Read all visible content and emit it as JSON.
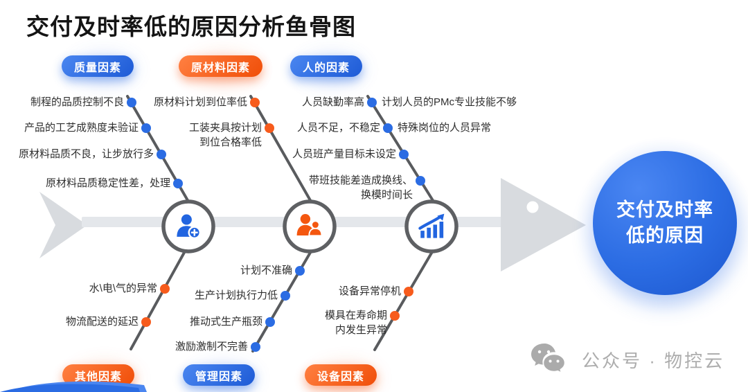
{
  "title": "交付及时率低的原因分析鱼骨图",
  "effect": {
    "line1": "交付及时率",
    "line2": "低的原因"
  },
  "watermark": {
    "label": "公众号 · 物控云",
    "icon": "wechat-icon"
  },
  "colors": {
    "blue": "#2B6CE3",
    "orange": "#F75B1C",
    "spine_gray": "#E4E7EB",
    "tail_gray": "#D8DBDF",
    "bone_gray": "#595B5E",
    "text_dark": "#2E2E2E",
    "watermark_gray": "#ADADAD"
  },
  "spine_nodes": [
    {
      "icon": "add-user-icon",
      "color": "#2B6CE3"
    },
    {
      "icon": "team-icon",
      "color": "#F75B1C"
    },
    {
      "icon": "trend-up-chart-icon",
      "color": "#2B6CE3"
    }
  ],
  "branches": [
    {
      "label": "质量因素",
      "color": "#2B6CE3",
      "position": "top-left",
      "causes": [
        {
          "label": "制程的品质控制不良"
        },
        {
          "label": "产品的工艺成熟度未验证"
        },
        {
          "label": "原材料品质不良，让步放行多"
        },
        {
          "label": "原材料品质稳定性差，处理"
        }
      ]
    },
    {
      "label": "原材料因素",
      "color": "#F75B1C",
      "position": "top-middle",
      "causes": [
        {
          "label": "原材料计划到位率低"
        },
        {
          "label": "工装夹具按计划\n到位合格率低"
        }
      ]
    },
    {
      "label": "人的因素",
      "color": "#2B6CE3",
      "position": "top-right",
      "causes": [
        {
          "label": "人员缺勤率高"
        },
        {
          "label": "计划人员的PMc专业技能不够"
        },
        {
          "label": "人员不足，不稳定"
        },
        {
          "label": "特殊岗位的人员异常"
        },
        {
          "label": "人员班产量目标未设定"
        },
        {
          "label": "带班技能差造成换线、\n换模时间长"
        }
      ]
    },
    {
      "label": "其他因素",
      "color": "#F75B1C",
      "position": "bottom-left",
      "causes": [
        {
          "label": "水\\电\\气的异常"
        },
        {
          "label": "物流配送的延迟"
        }
      ]
    },
    {
      "label": "管理因素",
      "color": "#2B6CE3",
      "position": "bottom-middle",
      "causes": [
        {
          "label": "计划不准确"
        },
        {
          "label": "生产计划执行力低"
        },
        {
          "label": "推动式生产瓶颈"
        },
        {
          "label": "激励激制不完善"
        }
      ]
    },
    {
      "label": "设备因素",
      "color": "#F75B1C",
      "position": "bottom-right",
      "causes": [
        {
          "label": "设备异常停机"
        },
        {
          "label": "模具在寿命期\n内发生异常"
        }
      ]
    }
  ]
}
